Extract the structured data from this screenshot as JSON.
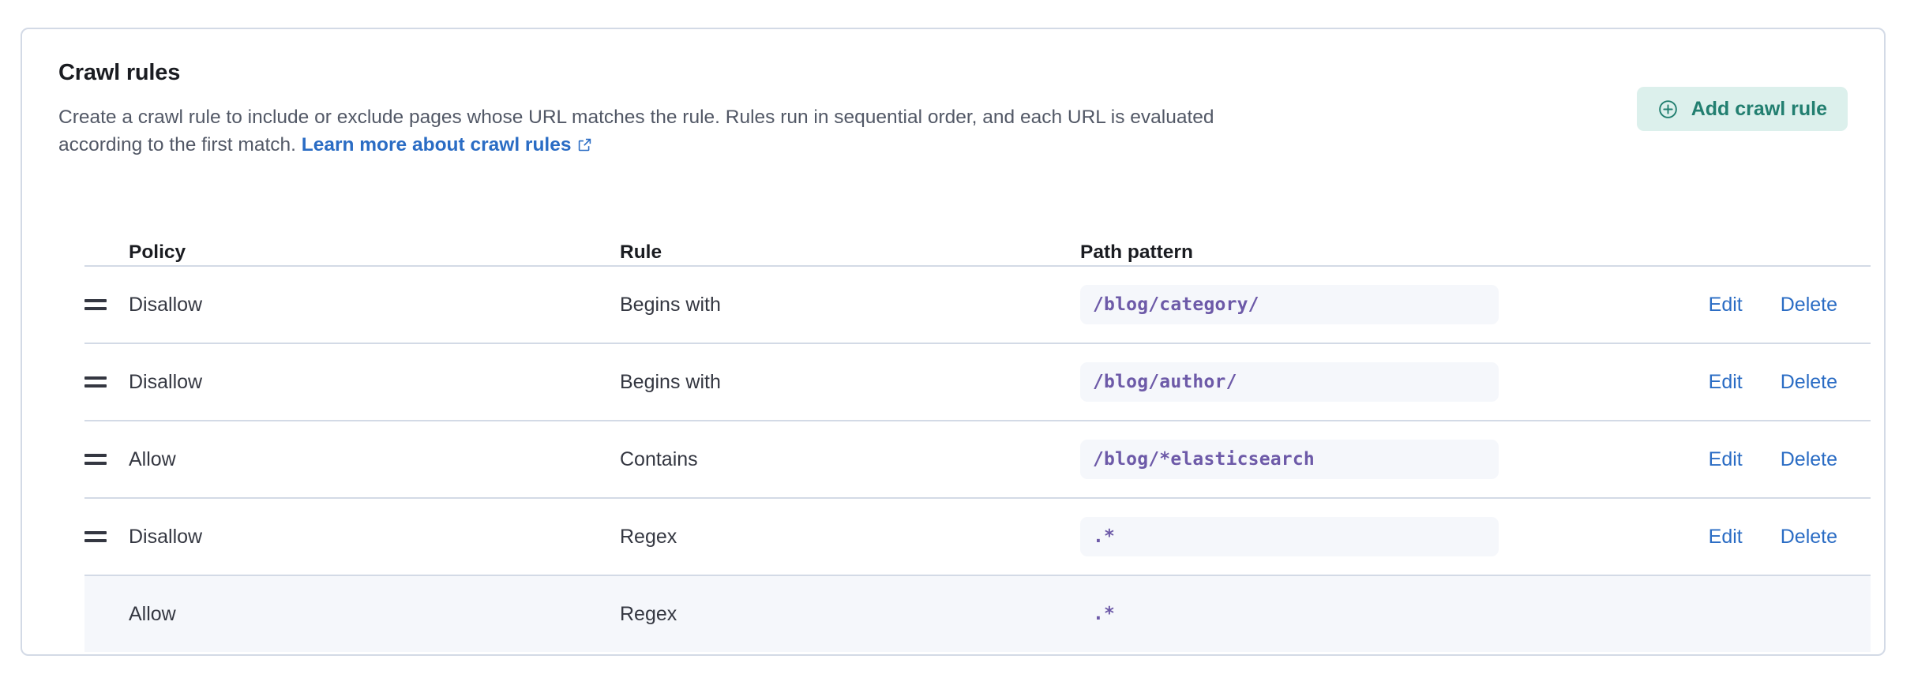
{
  "card": {
    "title": "Crawl rules",
    "description_before_link": "Create a crawl rule to include or exclude pages whose URL matches the rule. Rules run in sequential order, and each URL is evaluated according to the first match. ",
    "link_label": "Learn more about crawl rules",
    "link_icon": "external-link-icon"
  },
  "add_button": {
    "label": "Add crawl rule",
    "icon": "plus-in-circle-icon",
    "background": "#dcf0ec",
    "color": "#227f70"
  },
  "table": {
    "headers": {
      "policy": "Policy",
      "rule": "Rule",
      "path_pattern": "Path pattern"
    },
    "actions": {
      "edit": "Edit",
      "delete": "Delete"
    },
    "rows": [
      {
        "handle": "drag-handle-icon",
        "policy": "Disallow",
        "rule": "Begins with",
        "path_pattern": "/blog/category/",
        "editable": true,
        "highlighted": false
      },
      {
        "handle": "drag-handle-icon",
        "policy": "Disallow",
        "rule": "Begins with",
        "path_pattern": "/blog/author/",
        "editable": true,
        "highlighted": false
      },
      {
        "handle": "drag-handle-icon",
        "policy": "Allow",
        "rule": "Contains",
        "path_pattern": "/blog/*elasticsearch",
        "editable": true,
        "highlighted": false
      },
      {
        "handle": "drag-handle-icon",
        "policy": "Disallow",
        "rule": "Regex",
        "path_pattern": ".*",
        "editable": true,
        "highlighted": false
      },
      {
        "handle": null,
        "policy": "Allow",
        "rule": "Regex",
        "path_pattern": ".*",
        "editable": false,
        "highlighted": true
      }
    ]
  },
  "colors": {
    "link": "#2a6cc4",
    "code_text": "#6d5aa8",
    "code_bg": "#f5f7fb",
    "border": "#d3dae6",
    "row_highlight": "#f5f7fb"
  }
}
